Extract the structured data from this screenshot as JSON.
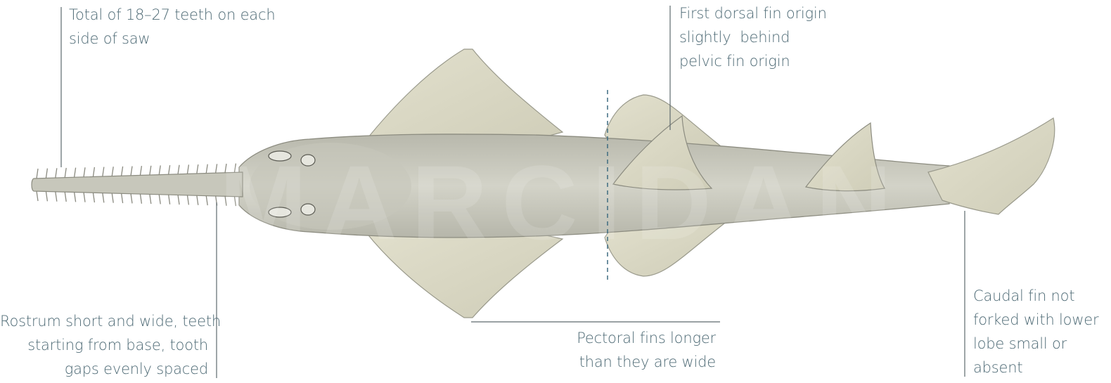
{
  "annotations": {
    "teeth": [
      "Total of 18–27 teeth on each",
      "side of saw"
    ],
    "dorsal": [
      "First dorsal fin origin",
      "slightly  behind",
      "pelvic fin origin"
    ],
    "rostrum": [
      "Rostrum short and wide, teeth",
      "starting from base, tooth",
      "gaps evenly spaced"
    ],
    "pectoral": [
      "Pectoral fins longer",
      "than they are wide"
    ],
    "caudal": [
      "Caudal fin not",
      "forked with lower",
      "lobe small or",
      "absent"
    ]
  },
  "watermark": "MARCIDAN",
  "colors": {
    "label_text": "#4f6b76",
    "leader_line": "#5e6a6e",
    "body_fill": "#c9c9bd",
    "fin_fill": "#d9d7c4",
    "outline": "#8c8c80",
    "dashed_line": "#3f6c80"
  }
}
